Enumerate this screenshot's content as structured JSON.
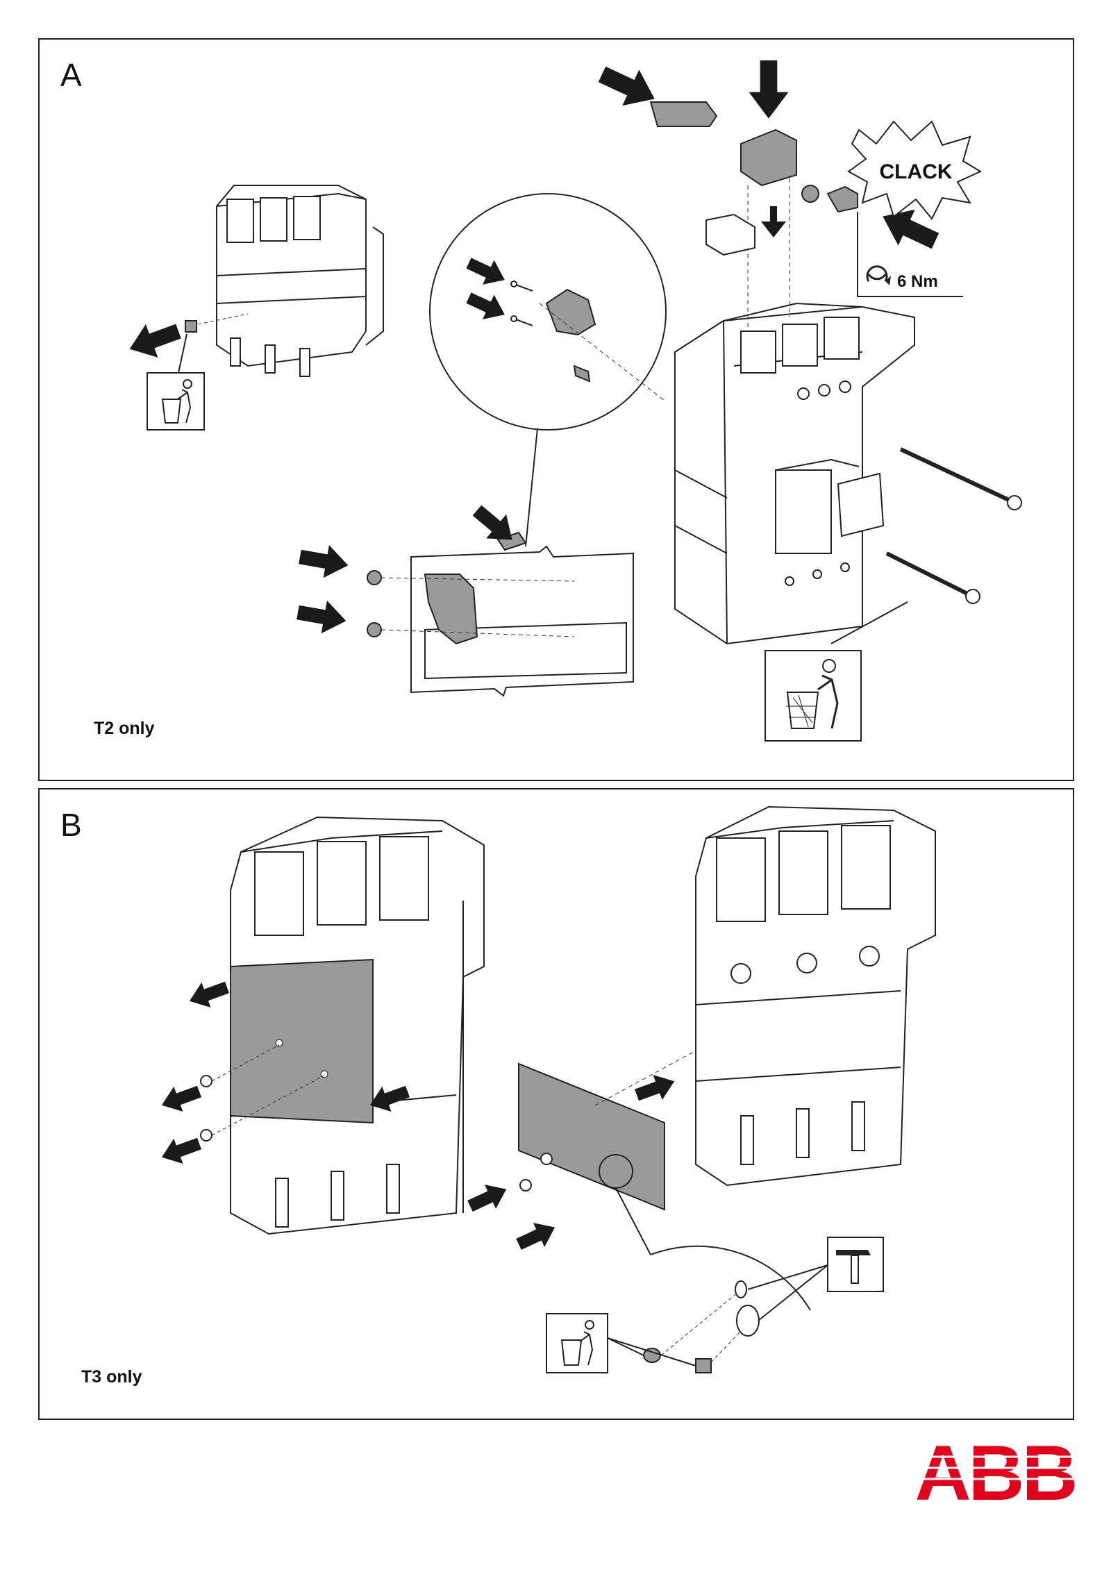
{
  "panel_a": {
    "letter": "A",
    "note": "T2 only",
    "clack": "CLACK",
    "torque": "6 Nm"
  },
  "panel_b": {
    "letter": "B",
    "note": "T3 only"
  },
  "brand": {
    "logo_text": "ABB",
    "color": "#e2001a"
  },
  "colors": {
    "line": "#222222",
    "part_gray": "#9a9a9a",
    "arrow": "#1a1a1a"
  },
  "icons": [
    "arrow-icon",
    "trash-bin-icon",
    "hammer-icon",
    "torque-icon"
  ]
}
